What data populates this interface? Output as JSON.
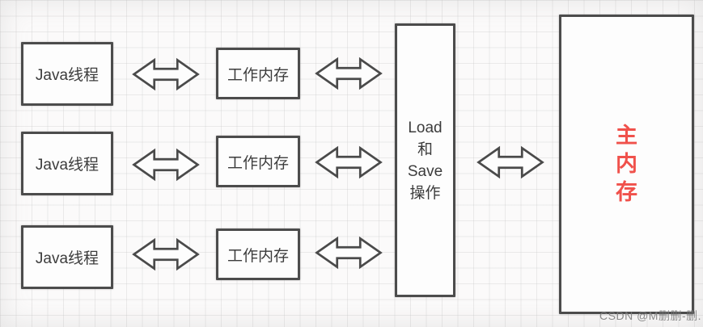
{
  "diagram": {
    "threads": [
      {
        "label": "Java线程"
      },
      {
        "label": "Java线程"
      },
      {
        "label": "Java线程"
      }
    ],
    "working_memories": [
      {
        "label": "工作内存"
      },
      {
        "label": "工作内存"
      },
      {
        "label": "工作内存"
      }
    ],
    "load_save": {
      "label": "Load\n和\nSave\n操作"
    },
    "main_memory": {
      "label": "主\n内\n存",
      "text_color": "#f0514b"
    }
  },
  "icons": {
    "double_arrow": "⇔"
  },
  "watermark": {
    "label": "CSDN @M删删-删."
  },
  "colors": {
    "background": "#fbfafa",
    "grid_line": "#cdcdcd",
    "box_border": "#4c4c4c",
    "box_fill": "#fdfdfd",
    "text": "#3c3c3c",
    "main_memory_text": "#f0514b",
    "watermark": "#7d7d7d"
  }
}
